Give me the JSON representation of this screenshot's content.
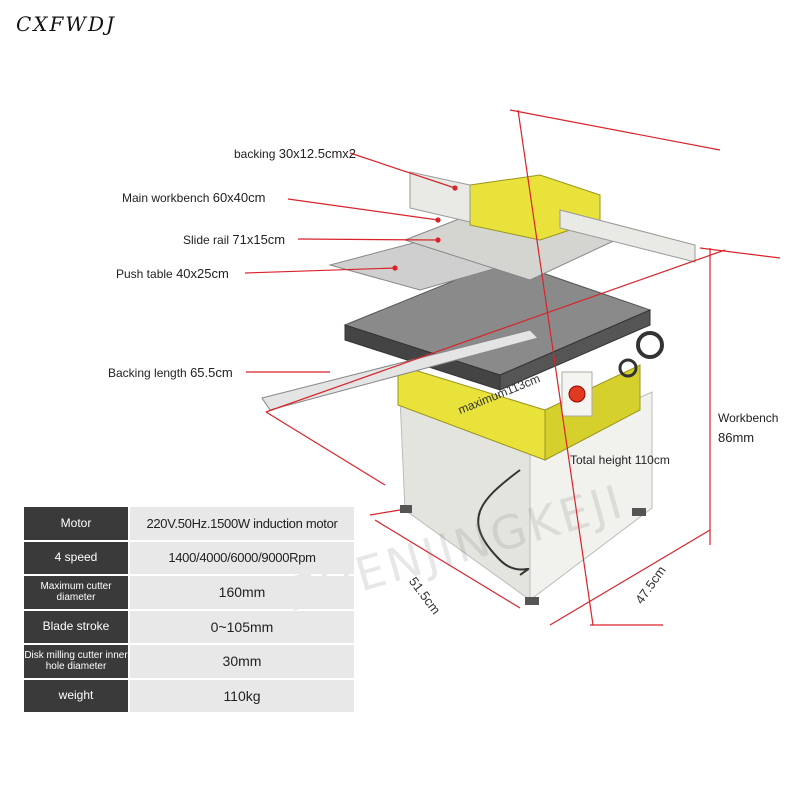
{
  "brand": "CXFWDJ",
  "labels": {
    "backing": {
      "name": "backing",
      "value": "30x12.5cmx2"
    },
    "main_workbench": {
      "name": "Main workbench",
      "value": "60x40cm"
    },
    "slide_rail": {
      "name": "Slide rail",
      "value": "71x15cm"
    },
    "push_table": {
      "name": "Push table",
      "value": "40x25cm"
    },
    "backing_length": {
      "name": "Backing length",
      "value": "65.5cm"
    },
    "maximum": "maximum113cm",
    "total_height": "Total height 110cm",
    "workbench_name": "Workbench",
    "workbench_value": "86mm",
    "depth": "51.5cm",
    "width": "47.5cm"
  },
  "watermark": "ZHENJINGKEJI",
  "colors": {
    "machine_yellow": "#e8e23a",
    "dimension_red": "#d9232a",
    "spec_key_bg": "#3a3a3a",
    "spec_val_bg": "#e8e8e8"
  },
  "specs": [
    {
      "key": "Motor",
      "value": "220V.50Hz.1500W induction motor"
    },
    {
      "key": "4 speed",
      "value": "1400/4000/6000/9000Rpm"
    },
    {
      "key": "Maximum cutter diameter",
      "value": "160mm"
    },
    {
      "key": "Blade stroke",
      "value": "0~105mm"
    },
    {
      "key": "Disk milling cutter inner hole diameter",
      "value": "30mm"
    },
    {
      "key": "weight",
      "value": "110kg"
    }
  ]
}
